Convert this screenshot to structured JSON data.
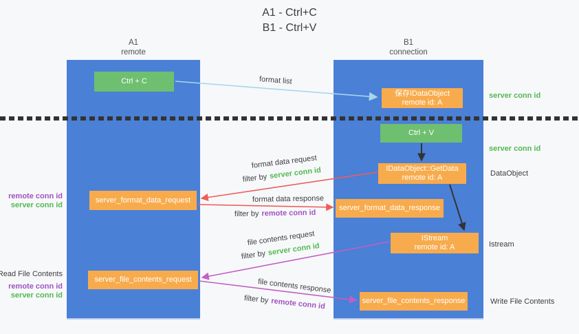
{
  "title": {
    "line1": "A1 - Ctrl+C",
    "line2": "B1 - Ctrl+V"
  },
  "columns": {
    "left": {
      "name": "A1",
      "subtitle": "remote"
    },
    "right": {
      "name": "B1",
      "subtitle": "connection"
    }
  },
  "boxes": {
    "ctrl_c": "Ctrl + C",
    "ctrl_v": "Ctrl + V",
    "save_idataobject": {
      "line1": "保存IDataObject",
      "line2": "remote id: A"
    },
    "getdata": {
      "line1": "IDataObject::GetData",
      "line2": "remote id: A"
    },
    "istream": {
      "line1": "IStream",
      "line2": "remote id: A"
    },
    "server_format_data_request": "server_format_data_request",
    "server_format_data_response": "server_format_data_response",
    "server_file_contents_request": "server_file_contents_request",
    "server_file_contents_response": "server_file_contents_response"
  },
  "terms": {
    "filter_by": "filter by",
    "server_conn_id": "server conn id",
    "remote_conn_id": "remote conn id"
  },
  "arrow_labels": {
    "format_list": "format list",
    "format_data_request": "format data request",
    "format_data_response": "format data response",
    "file_contents_request": "file contents request",
    "file_contents_response": "file contents response"
  },
  "side_labels": {
    "dataobject": "DataObject",
    "istream": "Istream",
    "read_file_contents": "Read File Contents",
    "write_file_contents": "Write File Contents"
  },
  "colors": {
    "column_blue": "#4A80D6",
    "box_green": "#6FBF70",
    "box_orange": "#F8AB4C",
    "arrow_light_blue": "#A8D6EF",
    "arrow_red": "#EE5E5A",
    "arrow_magenta": "#C35FC3",
    "arrow_black": "#333333",
    "text_green": "#52B852",
    "text_purple": "#A053C0",
    "text_dark": "#3D3D3D"
  }
}
